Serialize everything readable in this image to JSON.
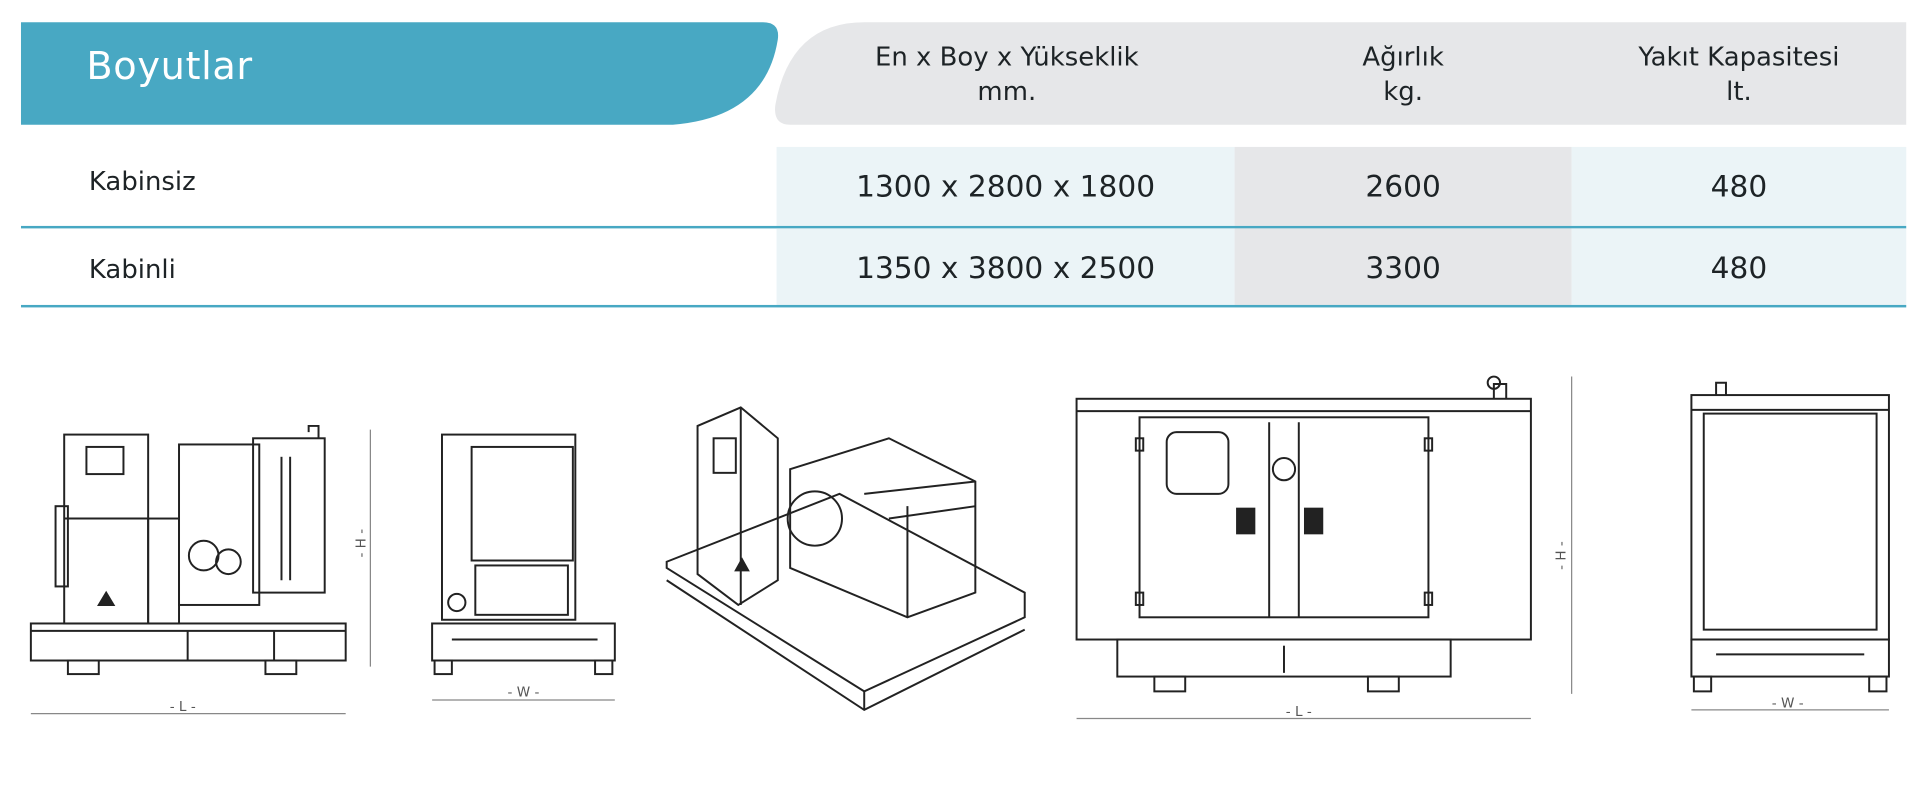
{
  "title": "Boyutlar",
  "headers": [
    {
      "line1": "En x Boy x Yükseklik",
      "line2": "mm."
    },
    {
      "line1": "Ağırlık",
      "line2": "kg."
    },
    {
      "line1": "Yakıt Kapasitesi",
      "line2": "lt."
    }
  ],
  "rows": [
    {
      "label": "Kabinsiz",
      "dimensions": "1300 x 2800 x 1800",
      "weight": "2600",
      "fuel": "480"
    },
    {
      "label": "Kabinli",
      "dimensions": "1350 x 3800 x 2500",
      "weight": "3300",
      "fuel": "480"
    }
  ],
  "dimension_labels": {
    "height": "- H -",
    "length": "- L -",
    "width": "- W -"
  },
  "colors": {
    "accent": "#48a8c3",
    "header_gray": "#e6e7e9",
    "cell_light": "#ebf4f7",
    "cell_gray": "#e6e7e9"
  }
}
